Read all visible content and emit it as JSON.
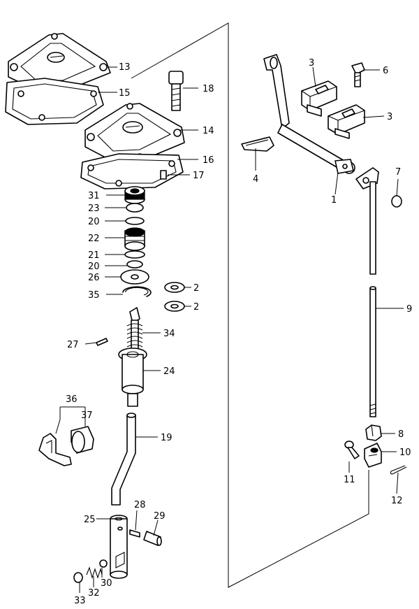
{
  "labels": {
    "p1": "1",
    "p2a": "2",
    "p2b": "2",
    "p3a": "3",
    "p3b": "3",
    "p4": "4",
    "p6": "6",
    "p7": "7",
    "p8": "8",
    "p9": "9",
    "p10": "10",
    "p11": "11",
    "p12": "12",
    "p13": "13",
    "p14": "14",
    "p15": "15",
    "p16": "16",
    "p17": "17",
    "p18": "18",
    "p19": "19",
    "p20a": "20",
    "p20b": "20",
    "p21": "21",
    "p22": "22",
    "p23": "23",
    "p24": "24",
    "p25": "25",
    "p26": "26",
    "p27": "27",
    "p28": "28",
    "p29": "29",
    "p30": "30",
    "p31": "31",
    "p32": "32",
    "p33": "33",
    "p34": "34",
    "p35": "35",
    "p36": "36",
    "p37": "37"
  }
}
